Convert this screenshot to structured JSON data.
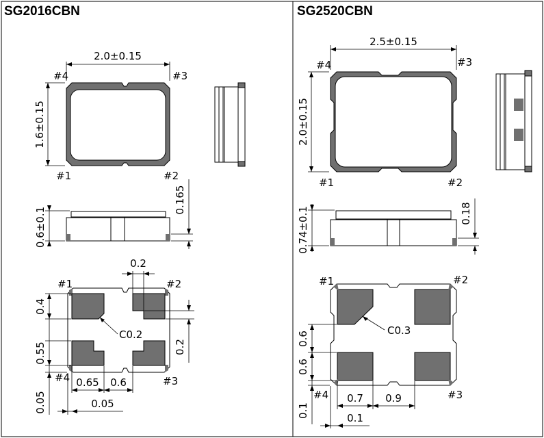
{
  "left": {
    "title": "SG2016CBN",
    "top_view": {
      "width_dim": "2.0±0.15",
      "height_dim": "1.6±0.15",
      "pin1": "#1",
      "pin2": "#2",
      "pin3": "#3",
      "pin4": "#4"
    },
    "side_view": {
      "height_dim": "0.6±0.1",
      "pad_dim": "0.165"
    },
    "footprint": {
      "pin1": "#1",
      "pin2": "#2",
      "pin3": "#3",
      "pin4": "#4",
      "gap_top": "0.2",
      "pad_h": "0.4",
      "pitch_v": "0.55",
      "right_gap": "0.2",
      "chamfer": "C0.2",
      "pad_w": "0.65",
      "pitch_h": "0.6",
      "edge_v": "0.05",
      "edge_h": "0.05"
    }
  },
  "right": {
    "title": "SG2520CBN",
    "top_view": {
      "width_dim": "2.5±0.15",
      "height_dim": "2.0±0.15",
      "pin1": "#1",
      "pin2": "#2",
      "pin3": "#3",
      "pin4": "#4"
    },
    "side_view": {
      "height_dim": "0.74±0.1",
      "pad_dim": "0.18"
    },
    "footprint": {
      "pin1": "#1",
      "pin2": "#2",
      "pin3": "#3",
      "pin4": "#4",
      "chamfer": "C0.3",
      "pitch_v1": "0.6",
      "pitch_v2": "0.6",
      "edge_v": "0.1",
      "pad_w": "0.7",
      "pitch_h": "0.9",
      "edge_h": "0.1"
    }
  }
}
